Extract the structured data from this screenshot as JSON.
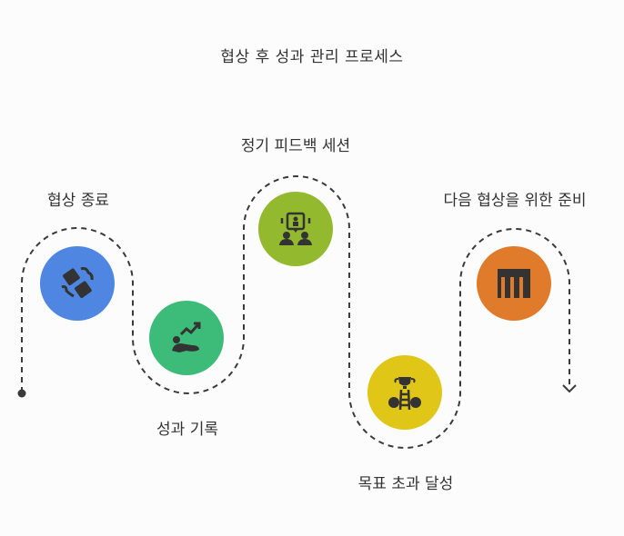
{
  "title": "협상 후 성과 관리 프로세스",
  "steps": [
    {
      "label": "협상 종료",
      "icon": "handshake-icon",
      "color": "#4f86e2"
    },
    {
      "label": "성과 기록",
      "icon": "growth-chart-icon",
      "color": "#3dbb78"
    },
    {
      "label": "정기 피드백 세션",
      "icon": "feedback-meeting-icon",
      "color": "#93b92f"
    },
    {
      "label": "목표 초과 달성",
      "icon": "trophy-ladder-icon",
      "color": "#dfc617"
    },
    {
      "label": "다음 협상을 위한 준비",
      "icon": "preparation-blocks-icon",
      "color": "#e07b2c"
    }
  ]
}
